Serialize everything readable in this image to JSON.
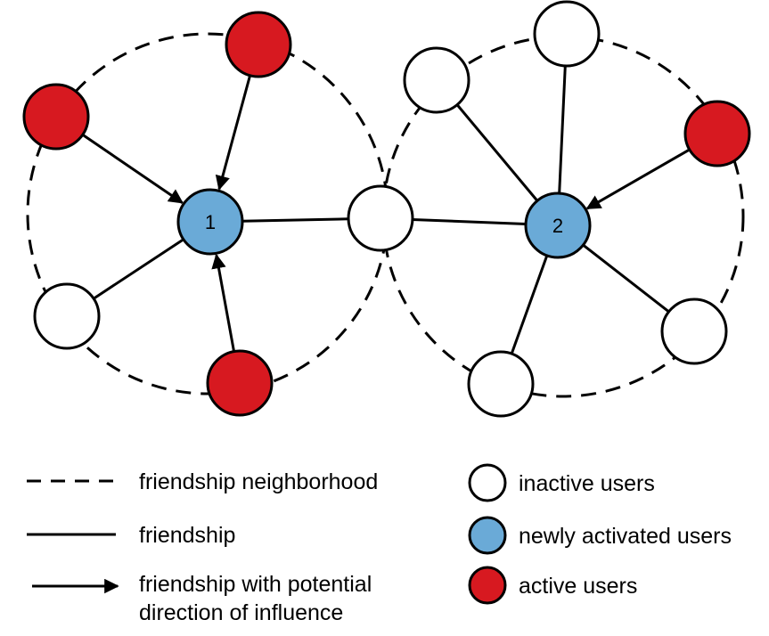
{
  "colors": {
    "active": "#d71920",
    "newly_activated": "#6aaad7",
    "inactive": "#ffffff",
    "stroke": "#000000"
  },
  "diagram": {
    "nodes": [
      {
        "id": "n1",
        "status": "newly_activated",
        "label": "1"
      },
      {
        "id": "n2",
        "status": "newly_activated",
        "label": "2"
      },
      {
        "id": "bridge",
        "status": "inactive",
        "label": ""
      },
      {
        "id": "a-top",
        "status": "active",
        "label": ""
      },
      {
        "id": "a-left",
        "status": "active",
        "label": ""
      },
      {
        "id": "a-bottom",
        "status": "active",
        "label": ""
      },
      {
        "id": "i-left",
        "status": "inactive",
        "label": ""
      },
      {
        "id": "i-top-left",
        "status": "inactive",
        "label": ""
      },
      {
        "id": "i-top",
        "status": "inactive",
        "label": ""
      },
      {
        "id": "a-right",
        "status": "active",
        "label": ""
      },
      {
        "id": "i-right-bottom",
        "status": "inactive",
        "label": ""
      },
      {
        "id": "i-bottom",
        "status": "inactive",
        "label": ""
      }
    ],
    "edges": [
      {
        "from": "a-top",
        "to": "n1",
        "type": "influence"
      },
      {
        "from": "a-left",
        "to": "n1",
        "type": "influence"
      },
      {
        "from": "a-bottom",
        "to": "n1",
        "type": "influence"
      },
      {
        "from": "i-left",
        "to": "n1",
        "type": "friendship"
      },
      {
        "from": "n1",
        "to": "bridge",
        "type": "friendship"
      },
      {
        "from": "bridge",
        "to": "n2",
        "type": "friendship"
      },
      {
        "from": "i-top-left",
        "to": "n2",
        "type": "friendship"
      },
      {
        "from": "i-top",
        "to": "n2",
        "type": "friendship"
      },
      {
        "from": "a-right",
        "to": "n2",
        "type": "influence"
      },
      {
        "from": "i-right-bottom",
        "to": "n2",
        "type": "friendship"
      },
      {
        "from": "i-bottom",
        "to": "n2",
        "type": "friendship"
      }
    ]
  },
  "legend": {
    "neighborhood": "friendship neighborhood",
    "friendship": "friendship",
    "influence_line1": "friendship with potential",
    "influence_line2": "direction of influence",
    "inactive": "inactive users",
    "newly_activated": "newly activated users",
    "active": "active users"
  }
}
